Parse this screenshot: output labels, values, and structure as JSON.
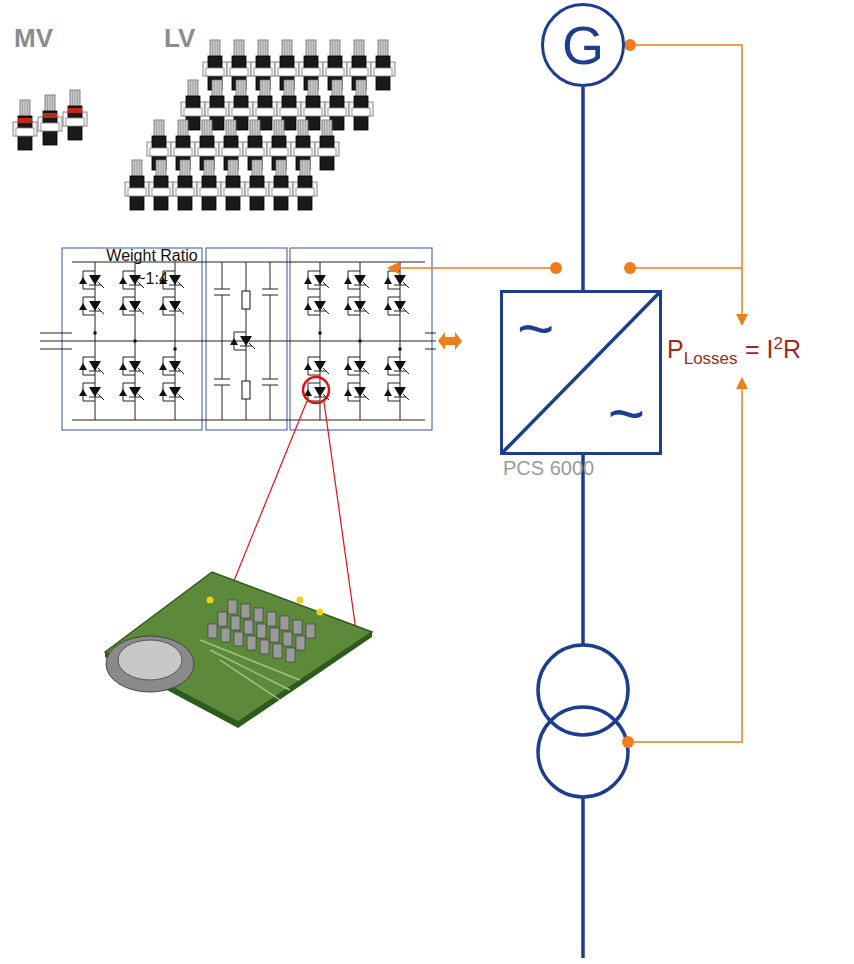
{
  "diagram": {
    "nodes": [
      {
        "text": [
          "G"
        ]
      },
      {
        "text": [
          "~",
          "~",
          "PCS 6000"
        ]
      }
    ],
    "edges": [
      {
        "from": 0,
        "to": 1,
        "arrow": "none"
      }
    ],
    "labels": [
      "MV",
      "LV",
      "Weight Ratio ~1:4",
      "P",
      "Losses",
      "= I",
      "2",
      "R"
    ]
  }
}
